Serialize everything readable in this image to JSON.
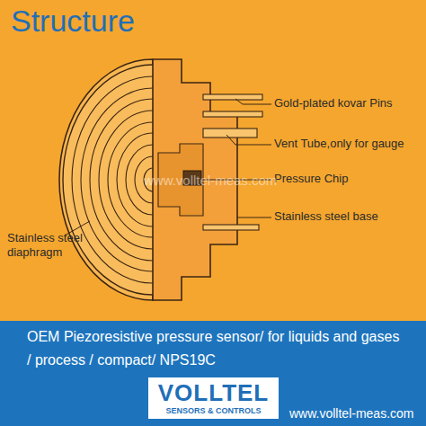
{
  "diagram": {
    "title": "Structure",
    "caption": "OEM Piezoresistive pressure sensor/ for liquids and gases / process / compact/ NPS19C",
    "nodes": [
      {
        "text": [
          "VOLLTEL",
          "SENSORS & CONTROLS"
        ]
      }
    ],
    "labels": [
      "Gold-plated kovar Pins",
      "Vent Tube,only for gauge",
      "Pressure Chip",
      "www.volltel-meas.com",
      "Stainless steel base",
      "Stainless steel diaphragm",
      "www.volltel-meas.com"
    ]
  }
}
